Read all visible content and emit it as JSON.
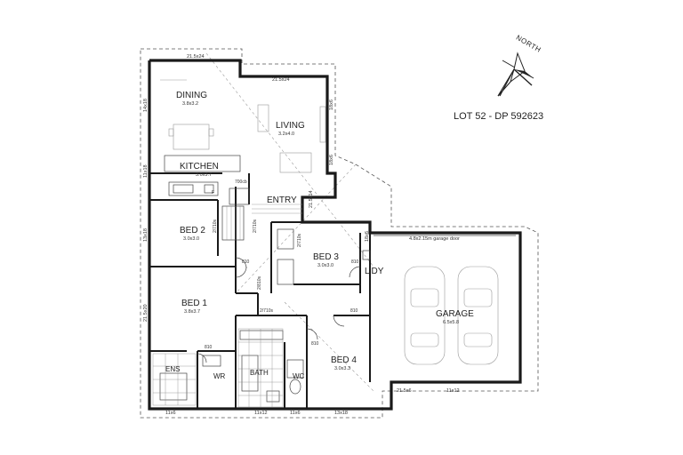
{
  "lot_label": "LOT  52 - DP 592623",
  "north_label": "NORTH",
  "rooms": {
    "dining": {
      "name": "DINING",
      "size": "3.8x3.2"
    },
    "living": {
      "name": "LIVING",
      "size": "3.2x4.0"
    },
    "kitchen": {
      "name": "KITCHEN",
      "size": "3.0x3.7"
    },
    "entry": {
      "name": "ENTRY"
    },
    "bed2": {
      "name": "BED 2",
      "size": "3.0x3.0"
    },
    "bed3": {
      "name": "BED 3",
      "size": "3.0x3.0"
    },
    "laundry": {
      "name": "L'DY"
    },
    "bed1": {
      "name": "BED 1",
      "size": "3.8x3.7"
    },
    "garage": {
      "name": "GARAGE",
      "size": "6.5x5.8"
    },
    "ens": {
      "name": "ENS"
    },
    "wr": {
      "name": "WR"
    },
    "bath": {
      "name": "BATH"
    },
    "wc": {
      "name": "WC"
    },
    "bed4": {
      "name": "BED 4",
      "size": "3.0x3.3"
    }
  },
  "annotations": {
    "garage_door": "4.8x2.15m garage door",
    "win_dining_top": "21.5x24",
    "win_living_top": "21.5x24",
    "win_dining_side": "14x18",
    "win_kitchen_side": "11x18",
    "win_bed2_side": "13x18",
    "win_bed1_side": "21.5x20",
    "win_living_right_a": "18x6",
    "win_living_right_b": "18x6",
    "win_entry_side": "21.5x14",
    "win_bed3_side": "18x6",
    "fridge": "F",
    "cupboard": "700cb",
    "door_2710s_a": "2/710s",
    "door_2710s_b": "2/710s",
    "door_2710s_c": "2/710s",
    "door_2710s_d": "2/710s",
    "door_810_a": "810",
    "door_810_b": "810",
    "door_810_c": "810",
    "door_2810s": "2/810s",
    "door_810_d": "810",
    "door_810_e": "810",
    "bottom_11x6_a": "11x6",
    "bottom_11x12_a": "11x12",
    "bottom_11x6_b": "11x6",
    "bottom_13x18": "13x18",
    "bottom_21_5x6": "21.5x6",
    "bottom_11x12_b": "11x12"
  }
}
